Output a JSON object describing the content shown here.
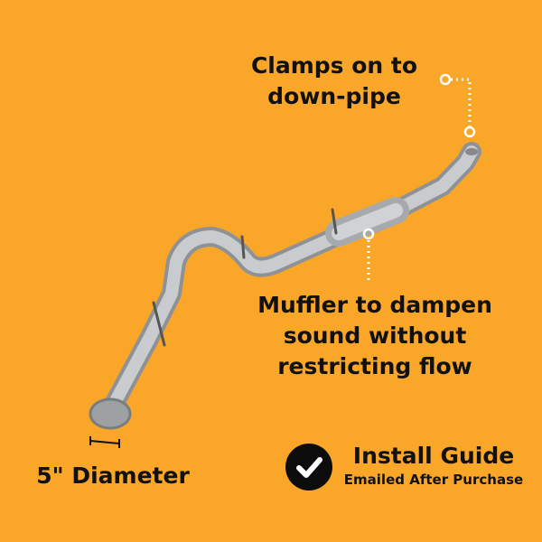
{
  "callouts": {
    "clamps": "Clamps on to down-pipe",
    "muffler": "Muffler to dampen sound without restricting flow",
    "diameter": "5\" Diameter"
  },
  "install_guide": {
    "title": "Install Guide",
    "subtitle": "Emailed After Purchase"
  },
  "colors": {
    "background": "#F9A629",
    "pipe": "#b9bcbf",
    "badge": "#0c0c0c"
  }
}
